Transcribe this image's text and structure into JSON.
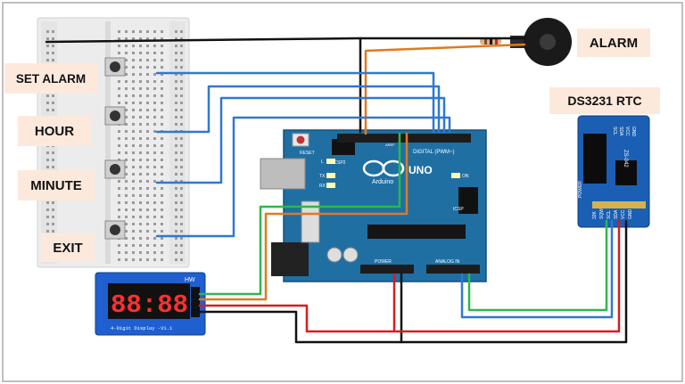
{
  "labels": {
    "set_alarm": "SET ALARM",
    "hour": "HOUR",
    "minute": "MINUTE",
    "exit": "EXIT",
    "alarm": "ALARM",
    "rtc": "DS3231 RTC"
  },
  "arduino": {
    "brand": "Arduino",
    "model": "UNO",
    "reset": "RESET",
    "icsp2": "ICSP2",
    "icsp": "ICSP",
    "digital": "DIGITAL (PWM~)",
    "power": "POWER",
    "analog": "ANALOG IN",
    "led_l": "L",
    "led_tx": "TX",
    "led_rx": "RX",
    "on": "ON",
    "aref": "AREF"
  },
  "display": {
    "digits": "88:88",
    "hw": "HW",
    "caption": "4-Digit Display -V1.1"
  },
  "rtc_module": {
    "pins_top": [
      "SCL",
      "SDA",
      "VCC",
      "GND"
    ],
    "pins_bottom": [
      "32K",
      "SQW",
      "SCL",
      "SDA",
      "VCC",
      "GND"
    ],
    "chip": "ZS-042",
    "power": "POWER"
  },
  "colors": {
    "blue_wire": "#2f78d2",
    "orange_wire": "#e07a1a",
    "green_wire": "#2db84a",
    "red_wire": "#d41f1f",
    "black_wire": "#111111",
    "board": "#1f6fa3",
    "module": "#1a5fb4",
    "label_bg": "#fde9dc"
  }
}
